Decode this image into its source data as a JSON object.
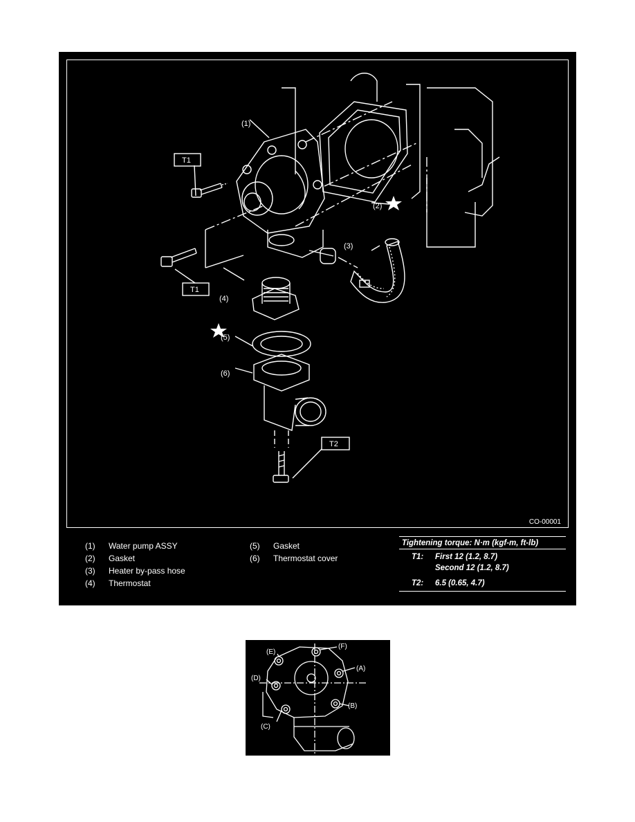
{
  "figure_code": "CO-00001",
  "callouts": {
    "n1": "(1)",
    "n2": "(2)",
    "n3": "(3)",
    "n4": "(4)",
    "n5": "(5)",
    "n6": "(6)",
    "t1_upper": "T1",
    "t1_lower": "T1",
    "t2": "T2"
  },
  "parts": [
    {
      "num": "(1)",
      "name": "Water pump ASSY"
    },
    {
      "num": "(2)",
      "name": "Gasket"
    },
    {
      "num": "(3)",
      "name": "Heater by-pass hose"
    },
    {
      "num": "(4)",
      "name": "Thermostat"
    },
    {
      "num": "(5)",
      "name": "Gasket"
    },
    {
      "num": "(6)",
      "name": "Thermostat cover"
    }
  ],
  "torque": {
    "title": "Tightening torque: N·m (kgf-m, ft-lb)",
    "t1_key": "T1:",
    "t1_first": "First 12 (1.2, 8.7)",
    "t1_second": "Second 12 (1.2, 8.7)",
    "t2_key": "T2:",
    "t2_value": "6.5 (0.65, 4.7)"
  },
  "inset_labels": {
    "a": "(A)",
    "b": "(B)",
    "c": "(C)",
    "d": "(D)",
    "e": "(E)",
    "f": "(F)"
  }
}
